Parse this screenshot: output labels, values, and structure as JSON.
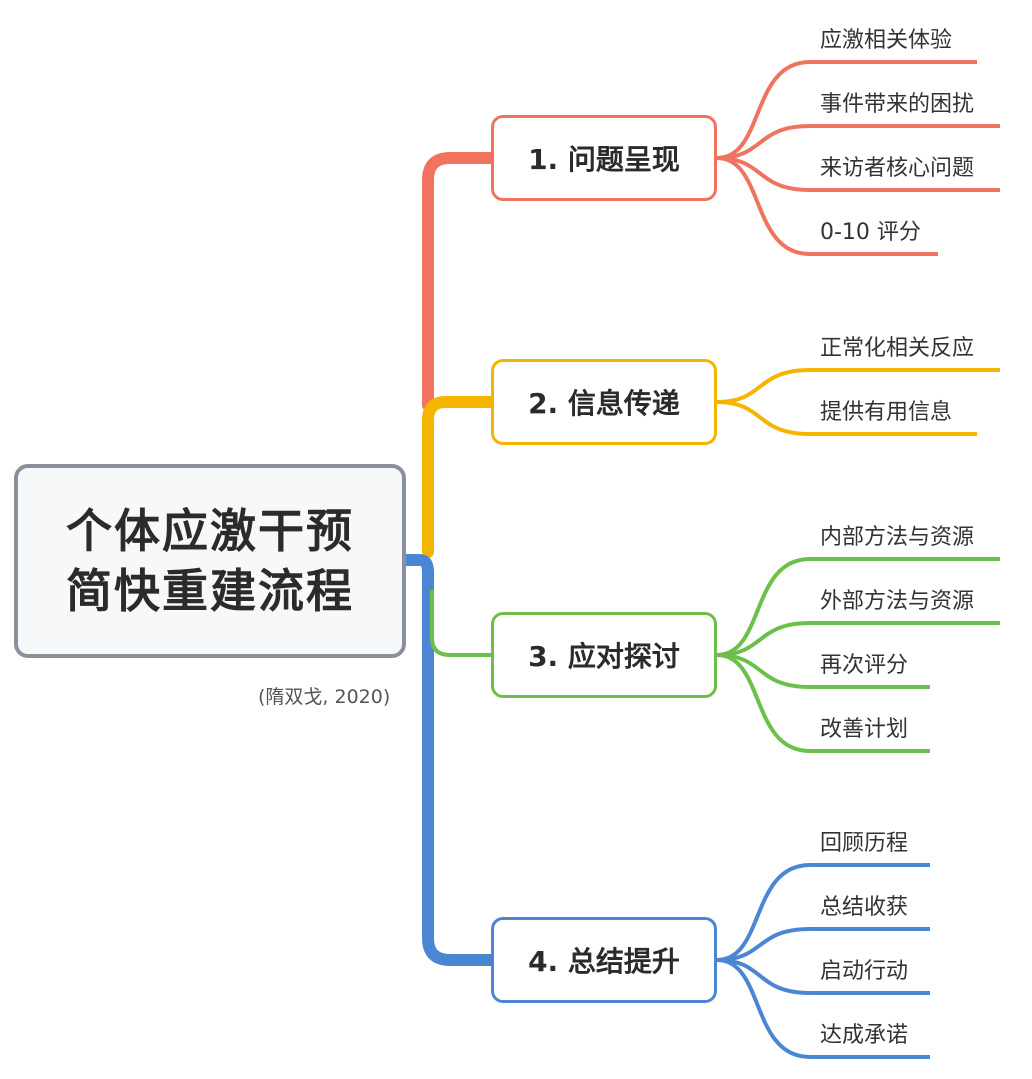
{
  "colors": {
    "branch_1": "#f07360",
    "branch_2": "#f5b400",
    "branch_3": "#6cc04a",
    "branch_4": "#4a86d4",
    "root_border": "#8a8f9c"
  },
  "root": {
    "title_line1": "个体应激干预",
    "title_line2": "简快重建流程",
    "citation": "(隋双戈, 2020)"
  },
  "branches": [
    {
      "label": "1. 问题呈现",
      "items": [
        "应激相关体验",
        "事件带来的困扰",
        "来访者核心问题",
        "0-10 评分"
      ]
    },
    {
      "label": "2. 信息传递",
      "items": [
        "正常化相关反应",
        "提供有用信息"
      ]
    },
    {
      "label": "3. 应对探讨",
      "items": [
        "内部方法与资源",
        "外部方法与资源",
        "再次评分",
        "改善计划"
      ]
    },
    {
      "label": "4. 总结提升",
      "items": [
        "回顾历程",
        "总结收获",
        "启动行动",
        "达成承诺"
      ]
    }
  ]
}
